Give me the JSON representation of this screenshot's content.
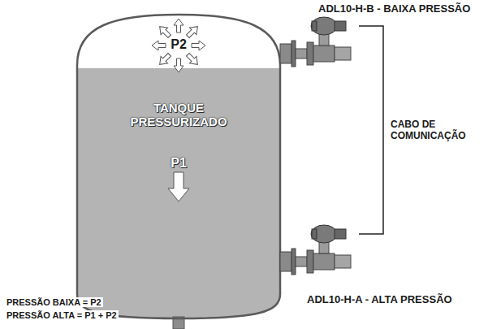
{
  "diagram": {
    "nodes": [
      {
        "text": [
          "P2",
          "TANQUE PRESSURIZADO",
          "P1"
        ]
      },
      {
        "text": [
          "ADL10-H-B - BAIXA PRESSÃO"
        ]
      },
      {
        "text": [
          "ADL10-H-A - ALTA PRESSÃO"
        ]
      }
    ],
    "edges": [
      {
        "from": 1,
        "to": 2,
        "label": "CABO DE COMUNICAÇÃO",
        "arrow": "none"
      }
    ],
    "labels": [
      "PRESSÃO BAIXA = P2",
      "PRESSÃO ALTA = P1 + P2"
    ]
  }
}
